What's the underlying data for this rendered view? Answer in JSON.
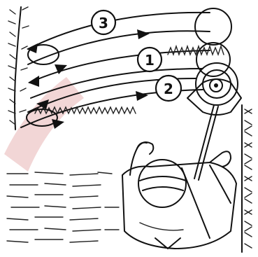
{
  "callouts": [
    {
      "id": "3",
      "label": "3"
    },
    {
      "id": "1",
      "label": "1"
    },
    {
      "id": "2",
      "label": "2"
    }
  ],
  "colors": {
    "ink": "#111111",
    "background": "#ffffff",
    "watermark": "#e8b4b4"
  }
}
